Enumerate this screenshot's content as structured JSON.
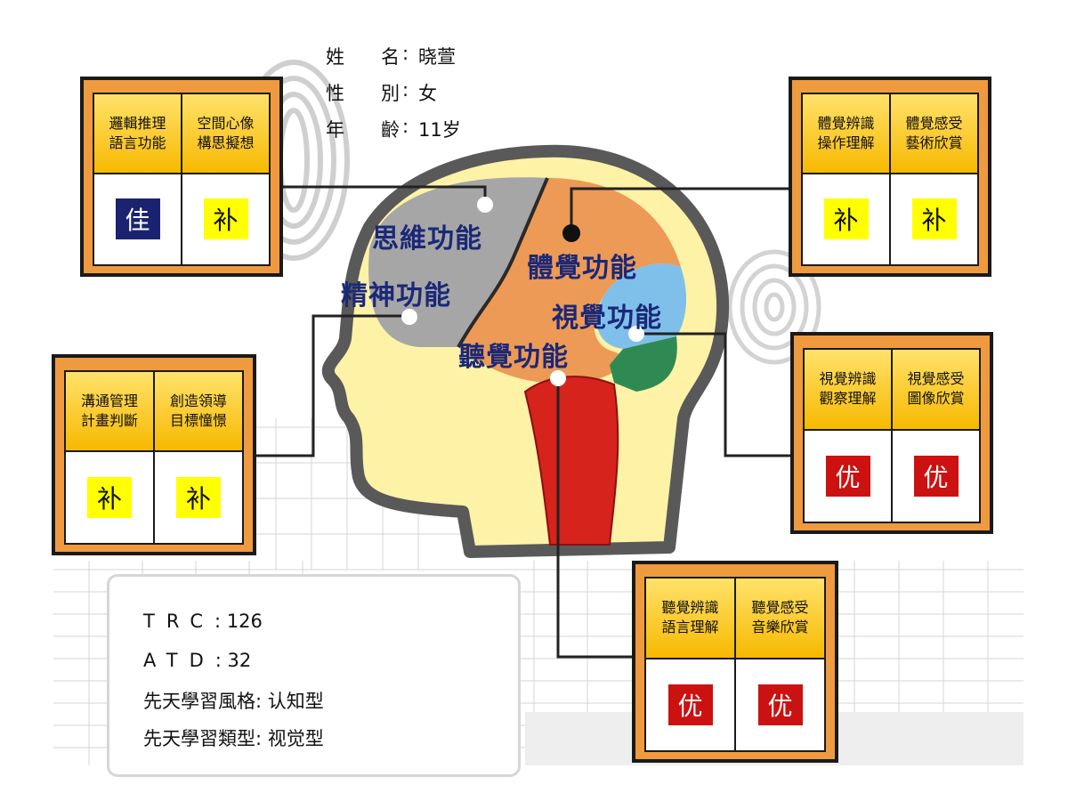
{
  "profile": {
    "name_k1": "姓",
    "name_k2": "名",
    "name_value": "晓萱",
    "gender_k1": "性",
    "gender_k2": "別",
    "gender_value": "女",
    "age_k1": "年",
    "age_k2": "齡",
    "age_value": "11岁",
    "colon": ":"
  },
  "regions": {
    "thinking": "思維功能",
    "spirit": "精神功能",
    "body": "體覺功能",
    "visual": "視覺功能",
    "hearing": "聽覺功能"
  },
  "cards": {
    "logic": {
      "left_label": "邏輯推理\n語言功能",
      "right_label": "空間心像\n構思擬想",
      "left_grade": "佳",
      "right_grade": "补"
    },
    "communication": {
      "left_label": "溝通管理\n計畫判斷",
      "right_label": "創造領導\n目標憧憬",
      "left_grade": "补",
      "right_grade": "补"
    },
    "bodysense": {
      "left_label": "體覺辨識\n操作理解",
      "right_label": "體覺感受\n藝術欣賞",
      "left_grade": "补",
      "right_grade": "补"
    },
    "visual": {
      "left_label": "視覺辨識\n觀察理解",
      "right_label": "視覺感受\n圖像欣賞",
      "left_grade": "优",
      "right_grade": "优"
    },
    "auditory": {
      "left_label": "聽覺辨識\n語言理解",
      "right_label": "聽覺感受\n音樂欣賞",
      "left_grade": "优",
      "right_grade": "优"
    }
  },
  "stats": {
    "trc_label": "TRC",
    "trc_value": "126",
    "atd_label": "ATD",
    "atd_value": "32",
    "style_label": "先天學習風格",
    "style_value": "认知型",
    "type_label": "先天學習類型",
    "type_value": "视觉型",
    "colon": ":"
  },
  "colors": {
    "card_frame": "#ef9a3f",
    "header_yellow": "#ffd43a",
    "grade_good": "#1b2370",
    "grade_fix": "#ffff00",
    "grade_excellent": "#cc1111",
    "region_text": "#1b2878"
  }
}
